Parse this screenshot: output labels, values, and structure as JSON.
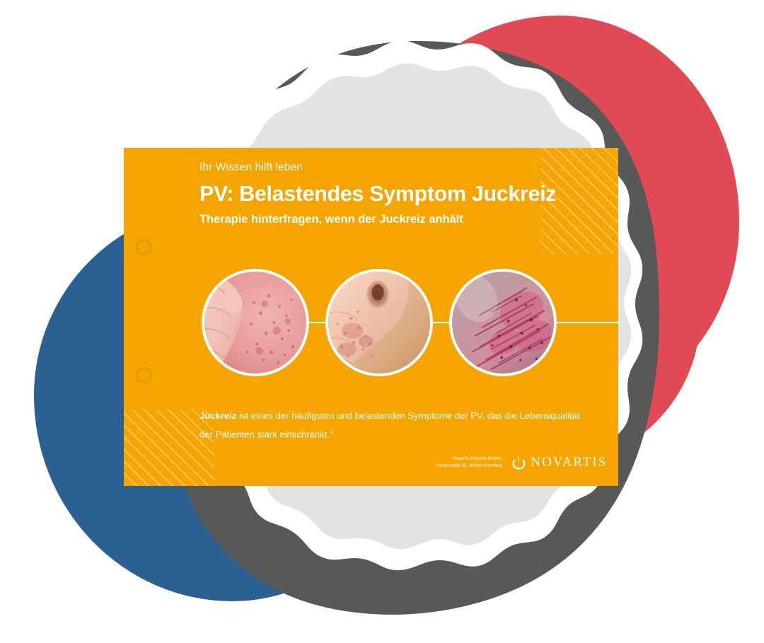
{
  "colors": {
    "card_orange": "#F5A400",
    "blob_red": "#E04A54",
    "blob_blue": "#2A6192",
    "paper_gray": "#E3E3E3",
    "paper_white": "#FFFFFF",
    "paper_shadow": "#585858",
    "text_white": "#FFFFFF",
    "ring_hole": "#BE8C00"
  },
  "slide": {
    "eyebrow": "Ihr Wissen hilft leben",
    "title": "PV: Belastendes Symptom Juckreiz",
    "subtitle": "Therapie hinterfragen, wenn der Juckreiz anhält",
    "body": {
      "lead": "Juckreiz",
      "rest": " ist eines der häufigsten und belastenden Symptome der PV, das die Lebensqualität der Patienten stark einschränkt.",
      "footnote_marker": "1"
    },
    "photos": [
      {
        "alt": "Hand kratzt geröteten Arm mit Hautausschlag"
      },
      {
        "alt": "Ellenbogen mit gerötetem Hautausschlag"
      },
      {
        "alt": "Nahaufnahme von Kratzspuren auf geröteter Haut"
      }
    ],
    "footer": {
      "imprint_line_1": "Novartis Pharma GmbH,",
      "imprint_line_2": "Roonstraße 25, 90429 Nürnberg",
      "logo_mark": "novartis-flame-icon",
      "wordmark": "NOVARTIS"
    },
    "decorations": {
      "hatch_top_right": "diagonal-hatch-pattern",
      "hatch_bottom_left": "diagonal-hatch-pattern",
      "ring_holes": 2
    }
  }
}
